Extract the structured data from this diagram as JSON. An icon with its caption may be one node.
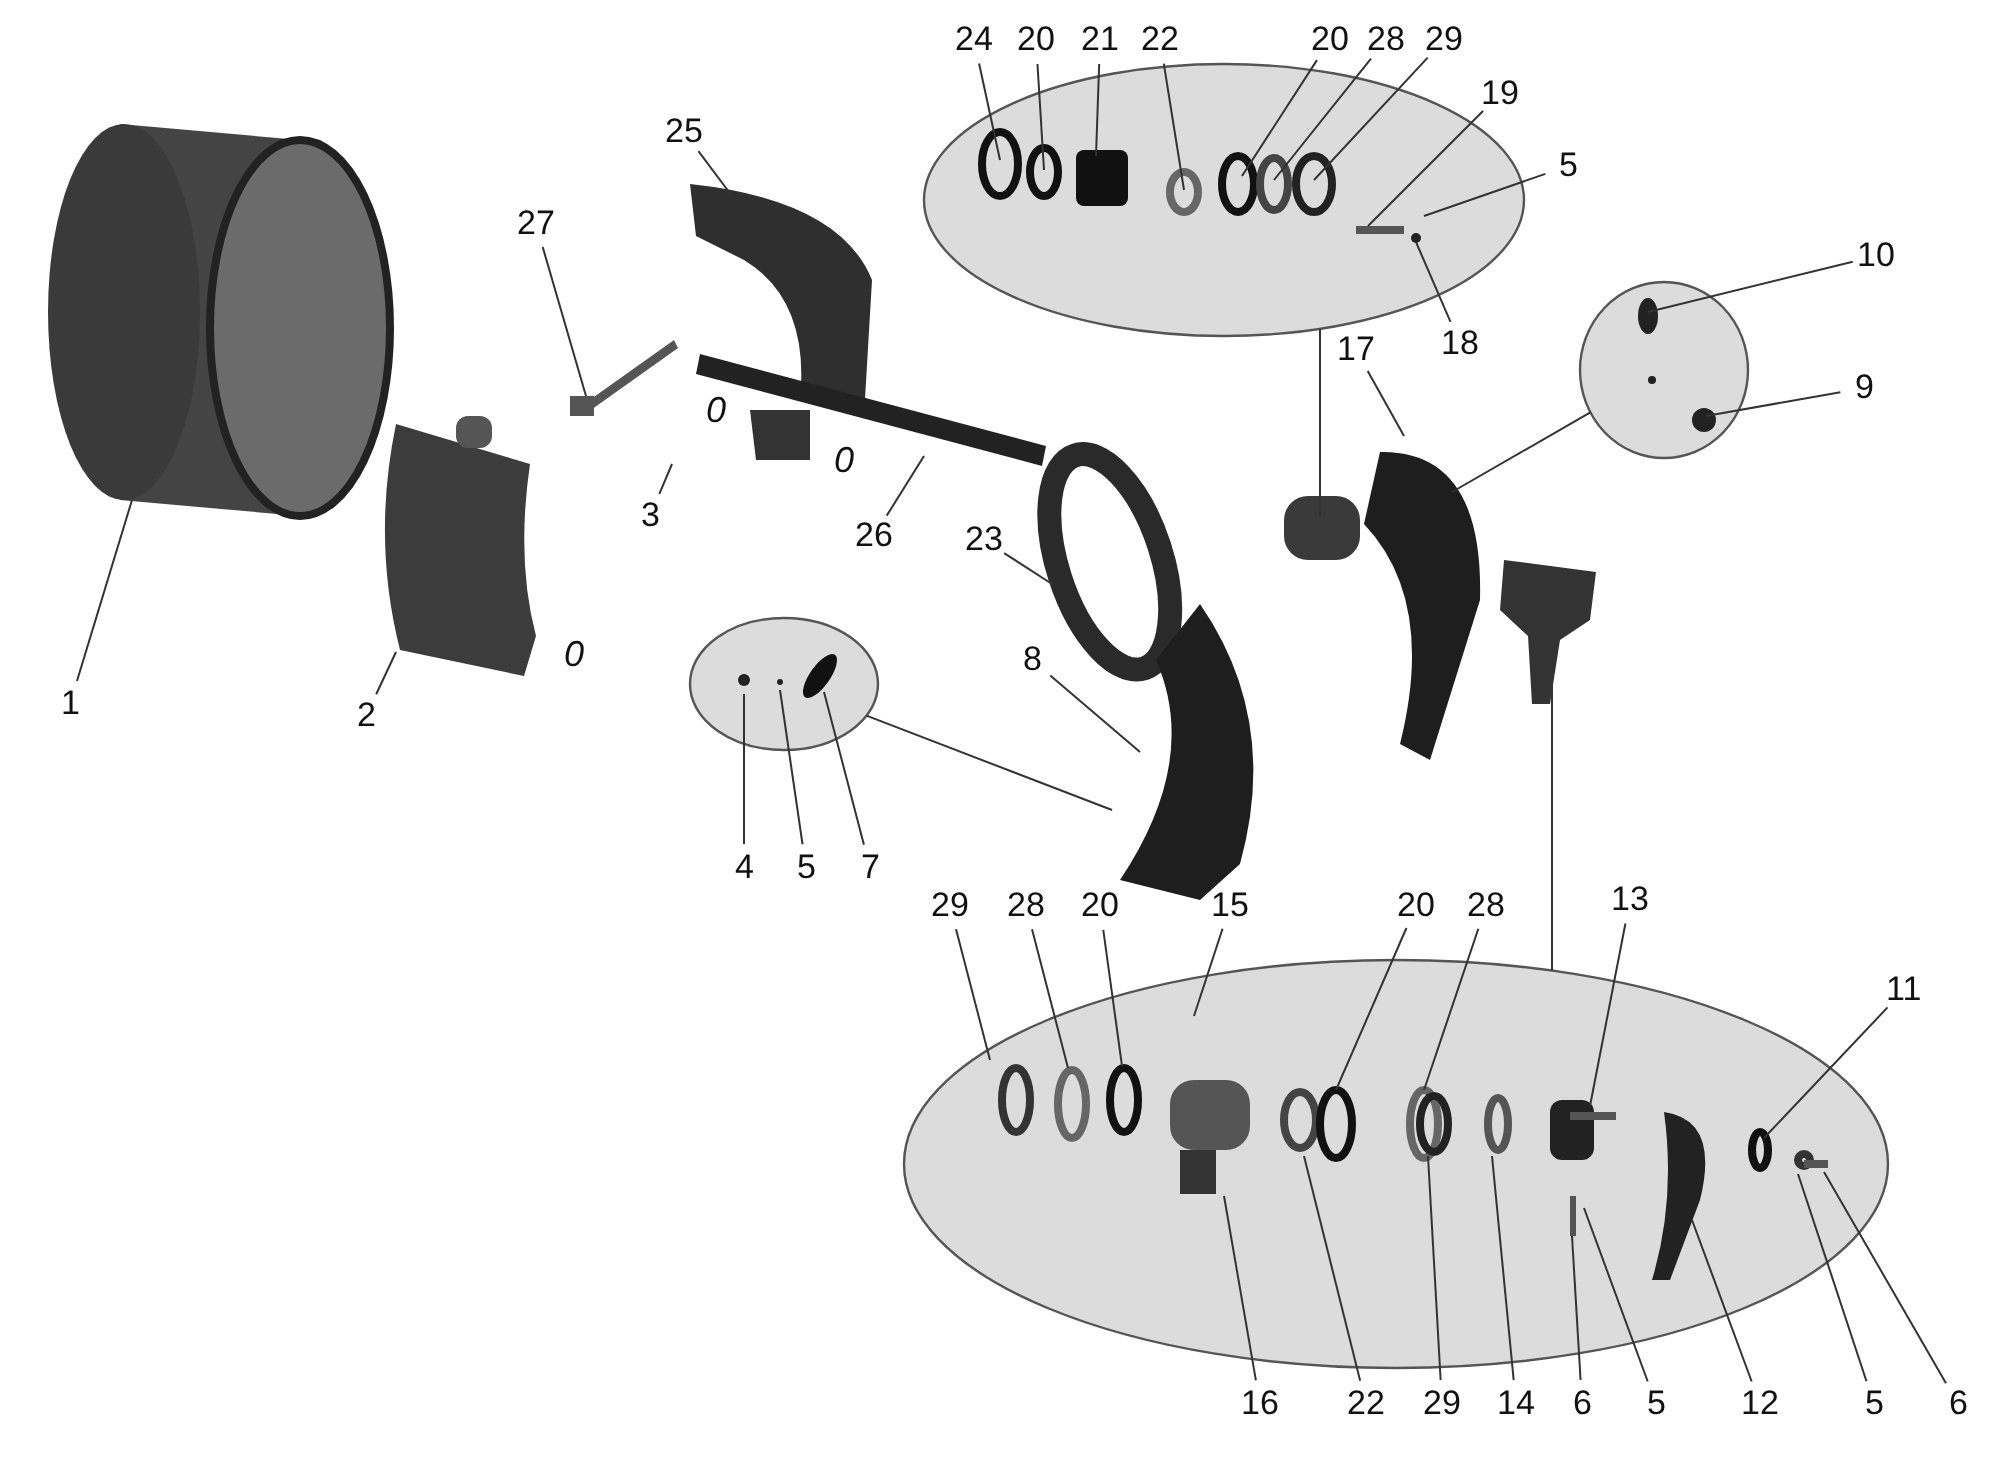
{
  "diagram": {
    "nodes": [
      {
        "text": [],
        "shape": "ellipse"
      },
      {
        "text": [
          "24"
        ]
      },
      {
        "text": [
          "20"
        ]
      },
      {
        "text": [
          "21"
        ]
      },
      {
        "text": [
          "22"
        ]
      },
      {
        "text": [
          "20"
        ]
      },
      {
        "text": [
          "28"
        ]
      },
      {
        "text": [
          "29"
        ]
      },
      {
        "text": [
          "19"
        ]
      },
      {
        "text": [
          "5"
        ]
      },
      {
        "text": [
          "18"
        ]
      },
      {
        "text": [
          "25"
        ]
      },
      {
        "text": [
          "27"
        ]
      },
      {
        "text": [],
        "shape": "ellipse"
      },
      {
        "text": [
          "10"
        ]
      },
      {
        "text": [
          "9"
        ]
      },
      {
        "text": [
          "17"
        ]
      },
      {
        "text": [
          "3"
        ]
      },
      {
        "text": [
          "26"
        ]
      },
      {
        "text": [
          "23"
        ]
      },
      {
        "text": [
          "1"
        ]
      },
      {
        "text": [
          "2"
        ]
      },
      {
        "text": [],
        "shape": "ellipse"
      },
      {
        "text": [
          "8"
        ]
      },
      {
        "text": [
          "4"
        ]
      },
      {
        "text": [
          "5"
        ]
      },
      {
        "text": [
          "7"
        ]
      },
      {
        "text": [],
        "shape": "ellipse"
      },
      {
        "text": [
          "29"
        ]
      },
      {
        "text": [
          "28"
        ]
      },
      {
        "text": [
          "20"
        ]
      },
      {
        "text": [
          "15"
        ]
      },
      {
        "text": [
          "20"
        ]
      },
      {
        "text": [
          "28"
        ]
      },
      {
        "text": [
          "13"
        ]
      },
      {
        "text": [
          "11"
        ]
      },
      {
        "text": [
          "16"
        ]
      },
      {
        "text": [
          "22"
        ]
      },
      {
        "text": [
          "29"
        ]
      },
      {
        "text": [
          "14"
        ]
      },
      {
        "text": [
          "6"
        ]
      },
      {
        "text": [
          "5"
        ]
      },
      {
        "text": [
          "12"
        ]
      },
      {
        "text": [
          "5"
        ]
      },
      {
        "text": [
          "6"
        ]
      }
    ],
    "edges": [
      {
        "from": 0,
        "to": null,
        "arrow": "none"
      },
      {
        "from": 1,
        "to": 0,
        "arrow": "none"
      },
      {
        "from": 2,
        "to": 0,
        "arrow": "none"
      },
      {
        "from": 3,
        "to": 0,
        "arrow": "none"
      },
      {
        "from": 4,
        "to": 0,
        "arrow": "none"
      },
      {
        "from": 5,
        "to": 0,
        "arrow": "none"
      },
      {
        "from": 6,
        "to": 0,
        "arrow": "none"
      },
      {
        "from": 7,
        "to": 0,
        "arrow": "none"
      },
      {
        "from": 8,
        "to": 0,
        "arrow": "none"
      },
      {
        "from": 9,
        "to": 0,
        "arrow": "none"
      },
      {
        "from": 10,
        "to": 0,
        "arrow": "none"
      },
      {
        "from": 11,
        "to": null,
        "arrow": "none"
      },
      {
        "from": 12,
        "to": null,
        "arrow": "none"
      },
      {
        "from": 13,
        "to": null,
        "arrow": "none"
      },
      {
        "from": 14,
        "to": 13,
        "arrow": "none"
      },
      {
        "from": 15,
        "to": 13,
        "arrow": "none"
      },
      {
        "from": 16,
        "to": null,
        "arrow": "none"
      },
      {
        "from": 17,
        "to": null,
        "arrow": "none"
      },
      {
        "from": 18,
        "to": null,
        "arrow": "none"
      },
      {
        "from": 19,
        "to": null,
        "arrow": "none"
      },
      {
        "from": 20,
        "to": null,
        "arrow": "none"
      },
      {
        "from": 21,
        "to": null,
        "arrow": "none"
      },
      {
        "from": 22,
        "to": null,
        "arrow": "none"
      },
      {
        "from": 23,
        "to": null,
        "arrow": "none"
      },
      {
        "from": 24,
        "to": 22,
        "arrow": "none"
      },
      {
        "from": 25,
        "to": 22,
        "arrow": "none"
      },
      {
        "from": 26,
        "to": 22,
        "arrow": "none"
      },
      {
        "from": 27,
        "to": null,
        "arrow": "none"
      },
      {
        "from": 28,
        "to": 27,
        "arrow": "none"
      },
      {
        "from": 29,
        "to": 27,
        "arrow": "none"
      },
      {
        "from": 30,
        "to": 27,
        "arrow": "none"
      },
      {
        "from": 31,
        "to": 27,
        "arrow": "none"
      },
      {
        "from": 32,
        "to": 27,
        "arrow": "none"
      },
      {
        "from": 33,
        "to": 27,
        "arrow": "none"
      },
      {
        "from": 34,
        "to": 27,
        "arrow": "none"
      },
      {
        "from": 35,
        "to": 27,
        "arrow": "none"
      },
      {
        "from": 36,
        "to": 27,
        "arrow": "none"
      },
      {
        "from": 37,
        "to": 27,
        "arrow": "none"
      },
      {
        "from": 38,
        "to": 27,
        "arrow": "none"
      },
      {
        "from": 39,
        "to": 27,
        "arrow": "none"
      },
      {
        "from": 40,
        "to": 27,
        "arrow": "none"
      },
      {
        "from": 41,
        "to": 27,
        "arrow": "none"
      },
      {
        "from": 42,
        "to": 27,
        "arrow": "none"
      },
      {
        "from": 43,
        "to": 27,
        "arrow": "none"
      },
      {
        "from": 44,
        "to": 27,
        "arrow": "none"
      }
    ],
    "labels": [
      "0",
      "0",
      "0"
    ]
  }
}
